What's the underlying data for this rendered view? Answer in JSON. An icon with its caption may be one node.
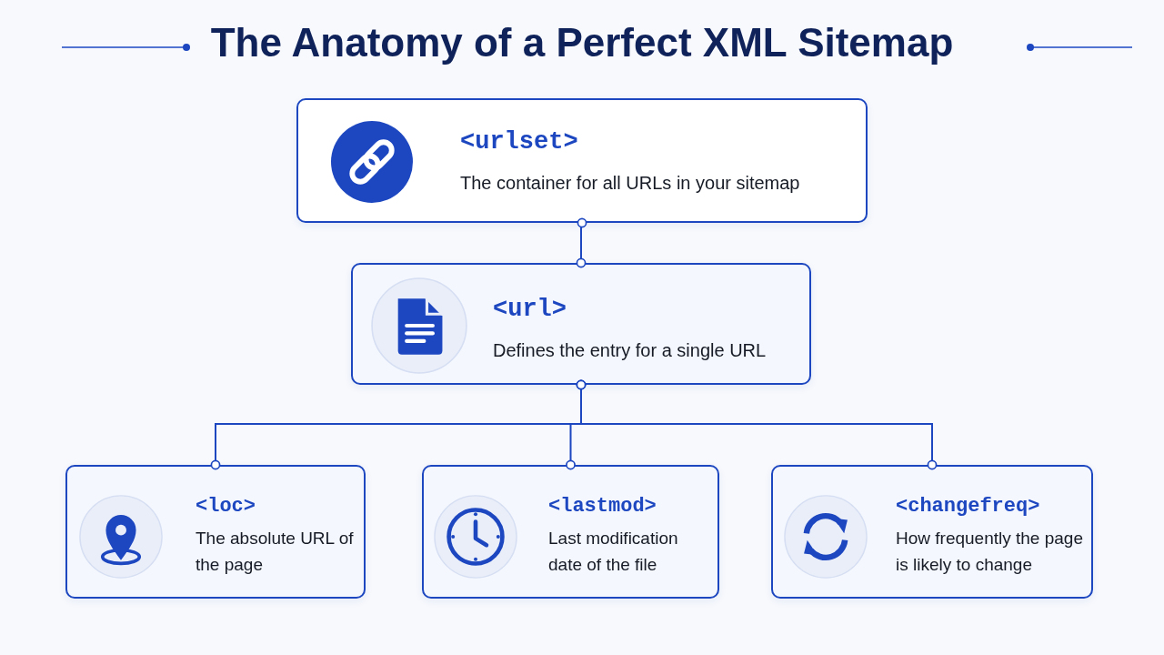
{
  "diagram": {
    "title": "The Anatomy of a Perfect XML Sitemap",
    "nodes": [
      {
        "text": [
          "<urlset>",
          "The container for all URLs in your sitemap"
        ]
      },
      {
        "text": [
          "<url>",
          "Defines the entry for a single URL"
        ]
      },
      {
        "text": [
          "<loc>",
          "The absolute URL of the page"
        ]
      },
      {
        "text": [
          "<lastmod>",
          "Last modification date of the file"
        ]
      },
      {
        "text": [
          "<changefreq>",
          "How frequently the page is likely to change"
        ]
      }
    ],
    "edges": [
      {
        "from": 0,
        "to": 1,
        "arrow": "other"
      },
      {
        "from": 1,
        "to": 2,
        "arrow": "other"
      },
      {
        "from": 1,
        "to": 3,
        "arrow": "other"
      },
      {
        "from": 1,
        "to": 4,
        "arrow": "other"
      }
    ]
  }
}
